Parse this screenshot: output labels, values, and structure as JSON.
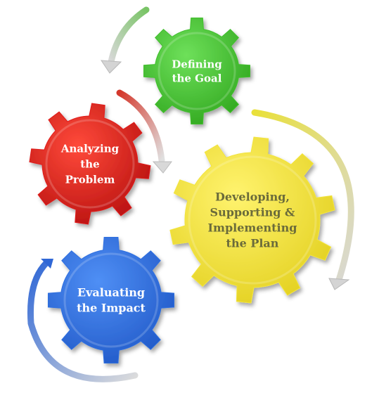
{
  "gears": [
    {
      "id": "goal",
      "lines": [
        "Defining",
        "the Goal"
      ],
      "color": "#3fbf2c",
      "text_color": "#ffffff"
    },
    {
      "id": "problem",
      "lines": [
        "Analyzing",
        "the",
        "Problem"
      ],
      "color": "#e01a1a",
      "text_color": "#ffffff"
    },
    {
      "id": "plan",
      "lines": [
        "Developing,",
        "Supporting &",
        "Implementing",
        "the Plan"
      ],
      "color": "#f2e43a",
      "text_color": "#6b6b3a"
    },
    {
      "id": "impact",
      "lines": [
        "Evaluating",
        "the Impact"
      ],
      "color": "#2f6fe0",
      "text_color": "#ffffff"
    }
  ],
  "arrows": [
    {
      "id": "to-goal",
      "color": "#7cc76a"
    },
    {
      "id": "to-problem",
      "color": "#d8473b"
    },
    {
      "id": "to-plan",
      "color": "#e7de3c"
    },
    {
      "id": "to-impact",
      "color": "#3f74d8"
    }
  ]
}
